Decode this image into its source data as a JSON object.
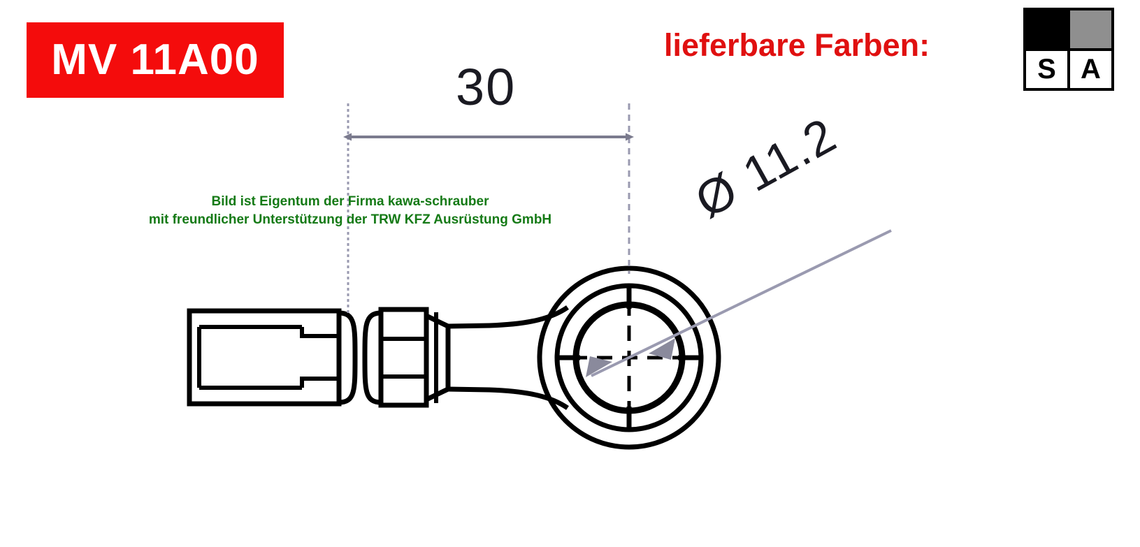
{
  "part": {
    "plate_label": "MV 11A00",
    "plate_color": "#f40c0c",
    "plate_text_color": "#ffffff"
  },
  "colors": {
    "heading": "lieferbare Farben:",
    "heading_color": "#e01010",
    "swatches": [
      {
        "code": "S",
        "name": "schwarz",
        "hex": "#000000"
      },
      {
        "code": "A",
        "name": "alu",
        "hex": "#8f8f8f"
      }
    ]
  },
  "ownership_note": {
    "line1": "Bild ist Eigentum der Firma kawa-schrauber",
    "line2": "mit freundlicher Unterstützung der TRW KFZ Ausrüstung GmbH",
    "color": "#157a16"
  },
  "dimensions": {
    "length": "30",
    "diameter": "Ø 11.2"
  },
  "drawing": {
    "title": "banjo-brake-hose-fitting",
    "line_color": "#000000",
    "dimension_color": "#6b6b80"
  }
}
